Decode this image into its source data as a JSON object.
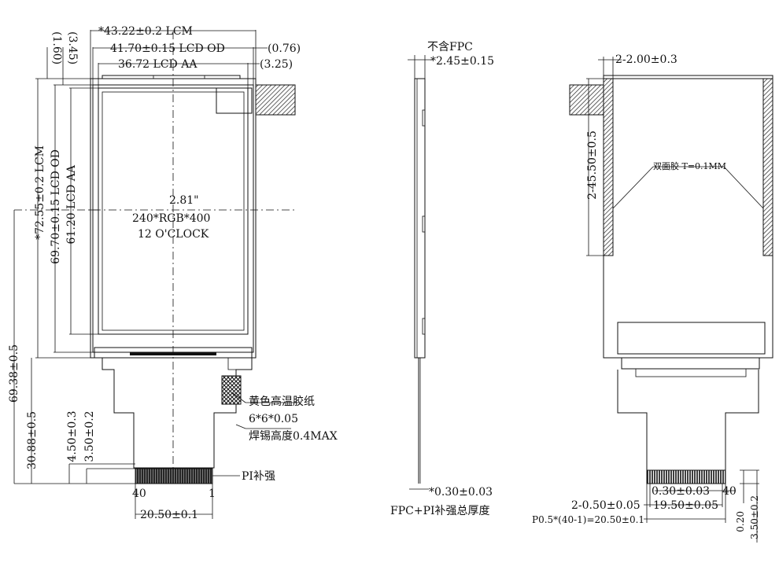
{
  "front_view": {
    "lcm_width": "*43.22±0.2 LCM",
    "lcd_od_width": "41.70±0.15 LCD OD",
    "lcd_aa_width": "36.72 LCD AA",
    "right_offset_1": "(0.76)",
    "right_offset_2": "(3.25)",
    "top_offset_1": "(1.60)",
    "top_offset_2": "(3.45)",
    "lcm_height": "*72.55±0.2 LCM",
    "lcd_od_height": "69.70±0.15 LCD OD",
    "lcd_aa_height": "61.20 LCD AA",
    "total_height": "69.38±0.5",
    "fpc_height": "30.88±0.5",
    "pi_height_a": "4.50±0.3",
    "pi_height_b": "3.50±0.2",
    "size_label": "2.81\"",
    "resolution_label": "240*RGB*400",
    "view_direction": "12 O'CLOCK",
    "tape_label_1": "黄色高温胶纸",
    "tape_label_2": "6*6*0.05",
    "solder_label": "焊锡高度0.4MAX",
    "pi_label": "PI补强",
    "pin_left": "40",
    "pin_right": "1",
    "fpc_width": "20.50±0.1"
  },
  "side_view": {
    "no_fpc_label": "不含FPC",
    "thickness": "*2.45±0.15",
    "fpc_thickness": "*0.30±0.03",
    "fpc_thickness_caption": "FPC+PI补强总厚度"
  },
  "back_view": {
    "tape_width": "2-2.00±0.3",
    "tape_length": "2-45.50±0.5",
    "tape_label": "双面胶 T=0.1MM",
    "small_text": "0.30±0.03",
    "pin_dim": "0.30±0.03",
    "pin_count": "40",
    "pad_width": "2-0.50±0.05",
    "pad_span": "19.50±0.05",
    "pitch_formula": "P0.5*(40-1)=20.50±0.1",
    "dim_020": "0.20",
    "dim_350": "3.50±0.2"
  }
}
